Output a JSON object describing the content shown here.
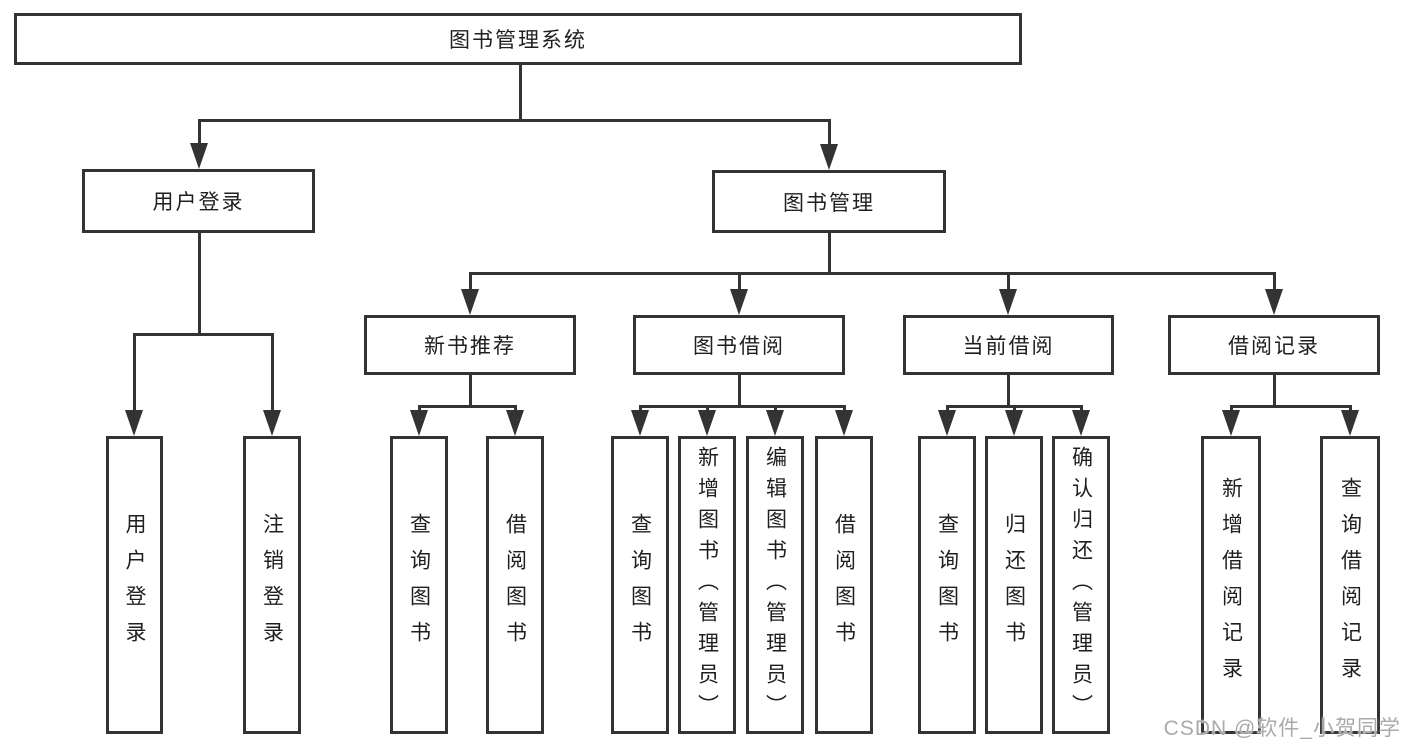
{
  "tree": {
    "label": "图书管理系统",
    "children": [
      {
        "label": "用户登录",
        "children": [
          {
            "label": "用户登录"
          },
          {
            "label": "注销登录"
          }
        ]
      },
      {
        "label": "图书管理",
        "children": [
          {
            "label": "新书推荐",
            "children": [
              {
                "label": "查询图书"
              },
              {
                "label": "借阅图书"
              }
            ]
          },
          {
            "label": "图书借阅",
            "children": [
              {
                "label": "查询图书"
              },
              {
                "label": "新增图书（管理员）"
              },
              {
                "label": "编辑图书（管理员）"
              },
              {
                "label": "借阅图书"
              }
            ]
          },
          {
            "label": "当前借阅",
            "children": [
              {
                "label": "查询图书"
              },
              {
                "label": "归还图书"
              },
              {
                "label": "确认归还（管理员）"
              }
            ]
          },
          {
            "label": "借阅记录",
            "children": [
              {
                "label": "新增借阅记录"
              },
              {
                "label": "查询借阅记录"
              }
            ]
          }
        ]
      }
    ]
  },
  "watermark": {
    "text": "CSDN @软件_小贺同学"
  },
  "colors": {
    "line": "#333333",
    "text": "#1f1f1f",
    "watermark": "#aaaaaa",
    "background": "#ffffff"
  }
}
